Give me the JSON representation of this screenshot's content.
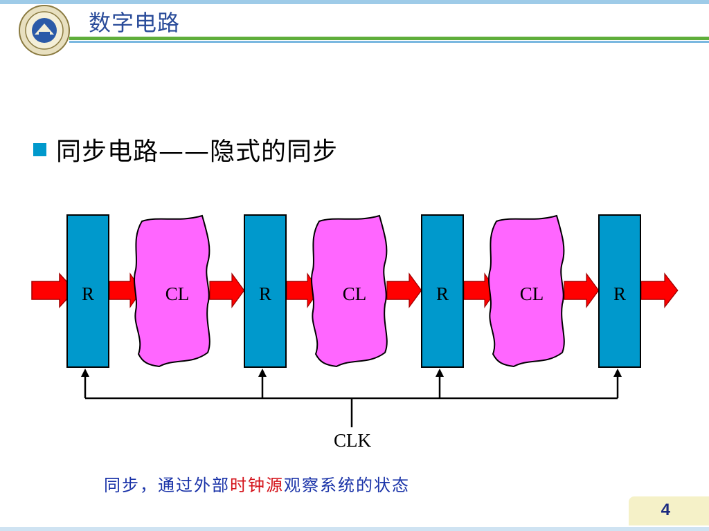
{
  "header": {
    "course_title": "数字电路"
  },
  "slide": {
    "bullet": "同步电路——隐式的同步",
    "diagram": {
      "register_label": "R",
      "logic_label": "CL",
      "clock_label": "CLK"
    },
    "caption": {
      "before": "同步，通过外部",
      "highlight": "时钟源",
      "after": "观察系统的状态"
    },
    "page_number": "4"
  },
  "colors": {
    "register_fill": "#0099cc",
    "logic_fill": "#ff66ff",
    "arrow_fill": "#ff0000",
    "highlight_text": "#d4121a",
    "caption_text": "#1a33a8"
  }
}
